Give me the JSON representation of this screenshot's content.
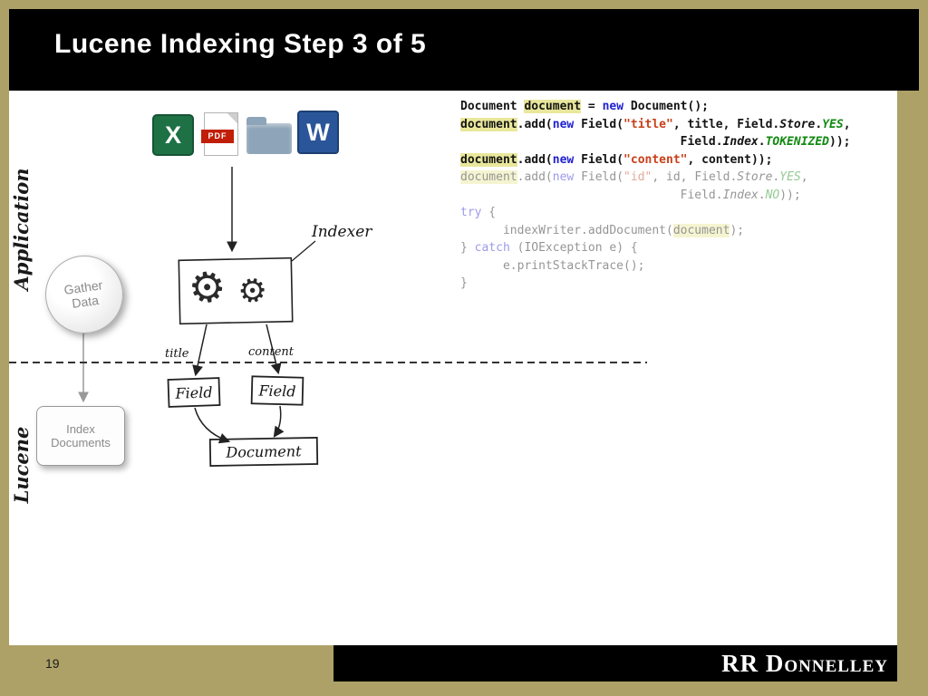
{
  "slide": {
    "title": "Lucene Indexing Step 3 of 5",
    "page_number": "19",
    "footer_brand": "RR Donnelley"
  },
  "colors": {
    "background": "#ada167",
    "band": "#000000",
    "excel_green": "#1e7145",
    "word_blue": "#2a5699",
    "pdf_red": "#c11e07",
    "folder_blue_gray": "#8ea4b8",
    "code_highlight": "#e9e79b",
    "keyword_blue": "#1f1fd0",
    "string_red": "#c8401a",
    "constant_green": "#128a12"
  },
  "diagram": {
    "side_labels": {
      "application": "Application",
      "lucene": "Lucene"
    },
    "file_icons": {
      "excel_letter": "X",
      "word_letter": "W",
      "pdf_label": "PDF"
    },
    "gear_glyph": "⚙",
    "indexer_label": "Indexer",
    "gather_data": "Gather\nData",
    "index_documents": "Index\nDocuments",
    "arrow_labels": {
      "title": "title",
      "content": "content"
    },
    "boxes": {
      "field_left": "Field",
      "field_right": "Field",
      "document": "Document"
    }
  },
  "code": {
    "lines": [
      {
        "dim": false,
        "tokens": [
          {
            "t": "Document ",
            "c": "p"
          },
          {
            "t": "document",
            "c": "hl"
          },
          {
            "t": " = ",
            "c": "p"
          },
          {
            "t": "new",
            "c": "kw"
          },
          {
            "t": " Document();",
            "c": "p"
          }
        ]
      },
      {
        "dim": false,
        "tokens": [
          {
            "t": "document",
            "c": "hl"
          },
          {
            "t": ".add(",
            "c": "p"
          },
          {
            "t": "new",
            "c": "kw"
          },
          {
            "t": " Field(",
            "c": "p"
          },
          {
            "t": "\"title\"",
            "c": "str"
          },
          {
            "t": ", title, Field.",
            "c": "p"
          },
          {
            "t": "Store",
            "c": "it"
          },
          {
            "t": ".",
            "c": "p"
          },
          {
            "t": "YES",
            "c": "const"
          },
          {
            "t": ",",
            "c": "p"
          }
        ]
      },
      {
        "dim": false,
        "tokens": [
          {
            "t": "                               Field.",
            "c": "p"
          },
          {
            "t": "Index",
            "c": "it"
          },
          {
            "t": ".",
            "c": "p"
          },
          {
            "t": "TOKENIZED",
            "c": "const"
          },
          {
            "t": "));",
            "c": "p"
          }
        ]
      },
      {
        "dim": false,
        "tokens": [
          {
            "t": "document",
            "c": "hl"
          },
          {
            "t": ".add(",
            "c": "p"
          },
          {
            "t": "new",
            "c": "kw"
          },
          {
            "t": " Field(",
            "c": "p"
          },
          {
            "t": "\"content\"",
            "c": "str"
          },
          {
            "t": ", content));",
            "c": "p"
          }
        ]
      },
      {
        "dim": true,
        "tokens": [
          {
            "t": "document",
            "c": "hl"
          },
          {
            "t": ".add(",
            "c": "p"
          },
          {
            "t": "new",
            "c": "kw"
          },
          {
            "t": " Field(",
            "c": "p"
          },
          {
            "t": "\"id\"",
            "c": "str"
          },
          {
            "t": ", id, Field.",
            "c": "p"
          },
          {
            "t": "Store",
            "c": "it"
          },
          {
            "t": ".",
            "c": "p"
          },
          {
            "t": "YES",
            "c": "const"
          },
          {
            "t": ",",
            "c": "p"
          }
        ]
      },
      {
        "dim": true,
        "tokens": [
          {
            "t": "                               Field.",
            "c": "p"
          },
          {
            "t": "Index",
            "c": "it"
          },
          {
            "t": ".",
            "c": "p"
          },
          {
            "t": "NO",
            "c": "const"
          },
          {
            "t": "));",
            "c": "p"
          }
        ]
      },
      {
        "dim": true,
        "tokens": [
          {
            "t": "try",
            "c": "kw"
          },
          {
            "t": " {",
            "c": "p"
          }
        ]
      },
      {
        "dim": true,
        "tokens": [
          {
            "t": "      indexWriter.addDocument(",
            "c": "p"
          },
          {
            "t": "document",
            "c": "hl"
          },
          {
            "t": ");",
            "c": "p"
          }
        ]
      },
      {
        "dim": true,
        "tokens": [
          {
            "t": "} ",
            "c": "p"
          },
          {
            "t": "catch",
            "c": "kw"
          },
          {
            "t": " (IOException e) {",
            "c": "p"
          }
        ]
      },
      {
        "dim": true,
        "tokens": [
          {
            "t": "      e.printStackTrace();",
            "c": "p"
          }
        ]
      },
      {
        "dim": true,
        "tokens": [
          {
            "t": "}",
            "c": "p"
          }
        ]
      }
    ]
  }
}
